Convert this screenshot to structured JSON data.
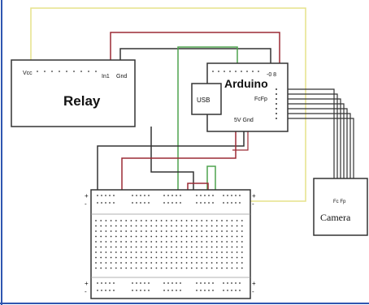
{
  "relay": {
    "title": "Relay",
    "pin_vcc": "Vcc",
    "pin_in": "In1",
    "pin_gnd": "Gnd"
  },
  "arduino": {
    "title": "Arduino",
    "pin_top": "-0  8",
    "pin_fc": "FcFp",
    "pin_power": "5V Gnd",
    "usb_label": "USB"
  },
  "camera": {
    "title": "Camera",
    "pins": "Fc Fp"
  },
  "colors": {
    "wire_red": "#9b2a35",
    "wire_green": "#4ea34e",
    "wire_yellow": "#e5e28a",
    "wire_black": "#333333",
    "border_blue": "#2f56b0",
    "marker_red": "#d23a3a",
    "marker_green": "#3aa34a"
  }
}
